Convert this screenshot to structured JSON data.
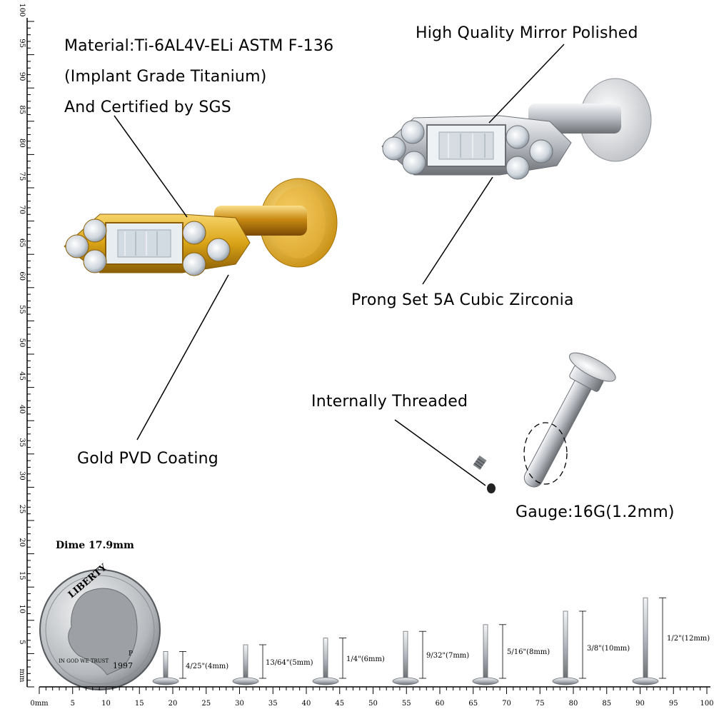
{
  "labels": {
    "material_line1": "Material:Ti-6AL4V-ELi ASTM F-136",
    "material_line2": "(Implant Grade Titanium)",
    "material_line3": "And Certified by SGS",
    "mirror": "High Quality Mirror Polished",
    "zirconia": "Prong Set 5A Cubic Zirconia",
    "gold": "Gold PVD Coating",
    "threaded": "Internally Threaded",
    "gauge": "Gauge:16G(1.2mm)"
  },
  "dime": {
    "title": "Dime 17.9mm",
    "text_liberty": "LIBERTY",
    "text_trust": "IN GOD WE TRUST",
    "text_year": "1997",
    "text_mint": "P"
  },
  "rulers": {
    "bottom_ticks": [
      "0mm",
      "5",
      "10",
      "15",
      "20",
      "25",
      "30",
      "35",
      "40",
      "45",
      "50",
      "55",
      "60",
      "65",
      "70",
      "75",
      "80",
      "85",
      "90",
      "95",
      "100"
    ],
    "left_ticks": [
      "mm",
      "5",
      "10",
      "15",
      "20",
      "25",
      "30",
      "35",
      "40",
      "45",
      "50",
      "55",
      "60",
      "65",
      "70",
      "75",
      "80",
      "85",
      "90",
      "95",
      "100"
    ]
  },
  "sizes": [
    {
      "label": "4/25\"(4mm)",
      "mm": 4
    },
    {
      "label": "13/64\"(5mm)",
      "mm": 5
    },
    {
      "label": "1/4\"(6mm)",
      "mm": 6
    },
    {
      "label": "9/32\"(7mm)",
      "mm": 7
    },
    {
      "label": "5/16\"(8mm)",
      "mm": 8
    },
    {
      "label": "3/8\"(10mm)",
      "mm": 10
    },
    {
      "label": "1/2\"(12mm)",
      "mm": 12
    }
  ],
  "colors": {
    "gold": "#d9a316",
    "silver": "#c9ccd1",
    "line": "#000000"
  }
}
